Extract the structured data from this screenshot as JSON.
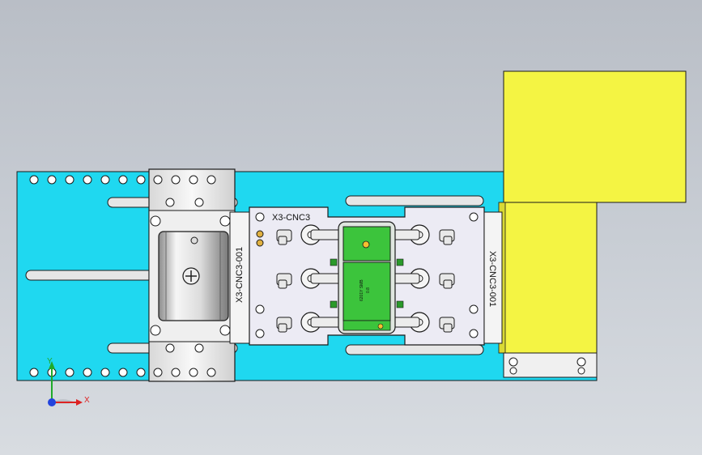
{
  "fixture": {
    "plate_label": "X3-CNC3",
    "left_block_label": "X3-CNC3-001",
    "right_block_label": "X3-CNC3-001"
  },
  "part": {
    "label_line1": "6201Y SMB",
    "label_line2": "0.8"
  },
  "triad": {
    "x_label": "X",
    "y_label": "Y"
  },
  "colors": {
    "base_plate": "#1fd8f0",
    "yellow_box": "#f4f443",
    "part_green": "#3cc43c",
    "fixture_plate": "#ecebf4",
    "metal": "#f2f2f2",
    "outline": "#1a1a1a"
  }
}
